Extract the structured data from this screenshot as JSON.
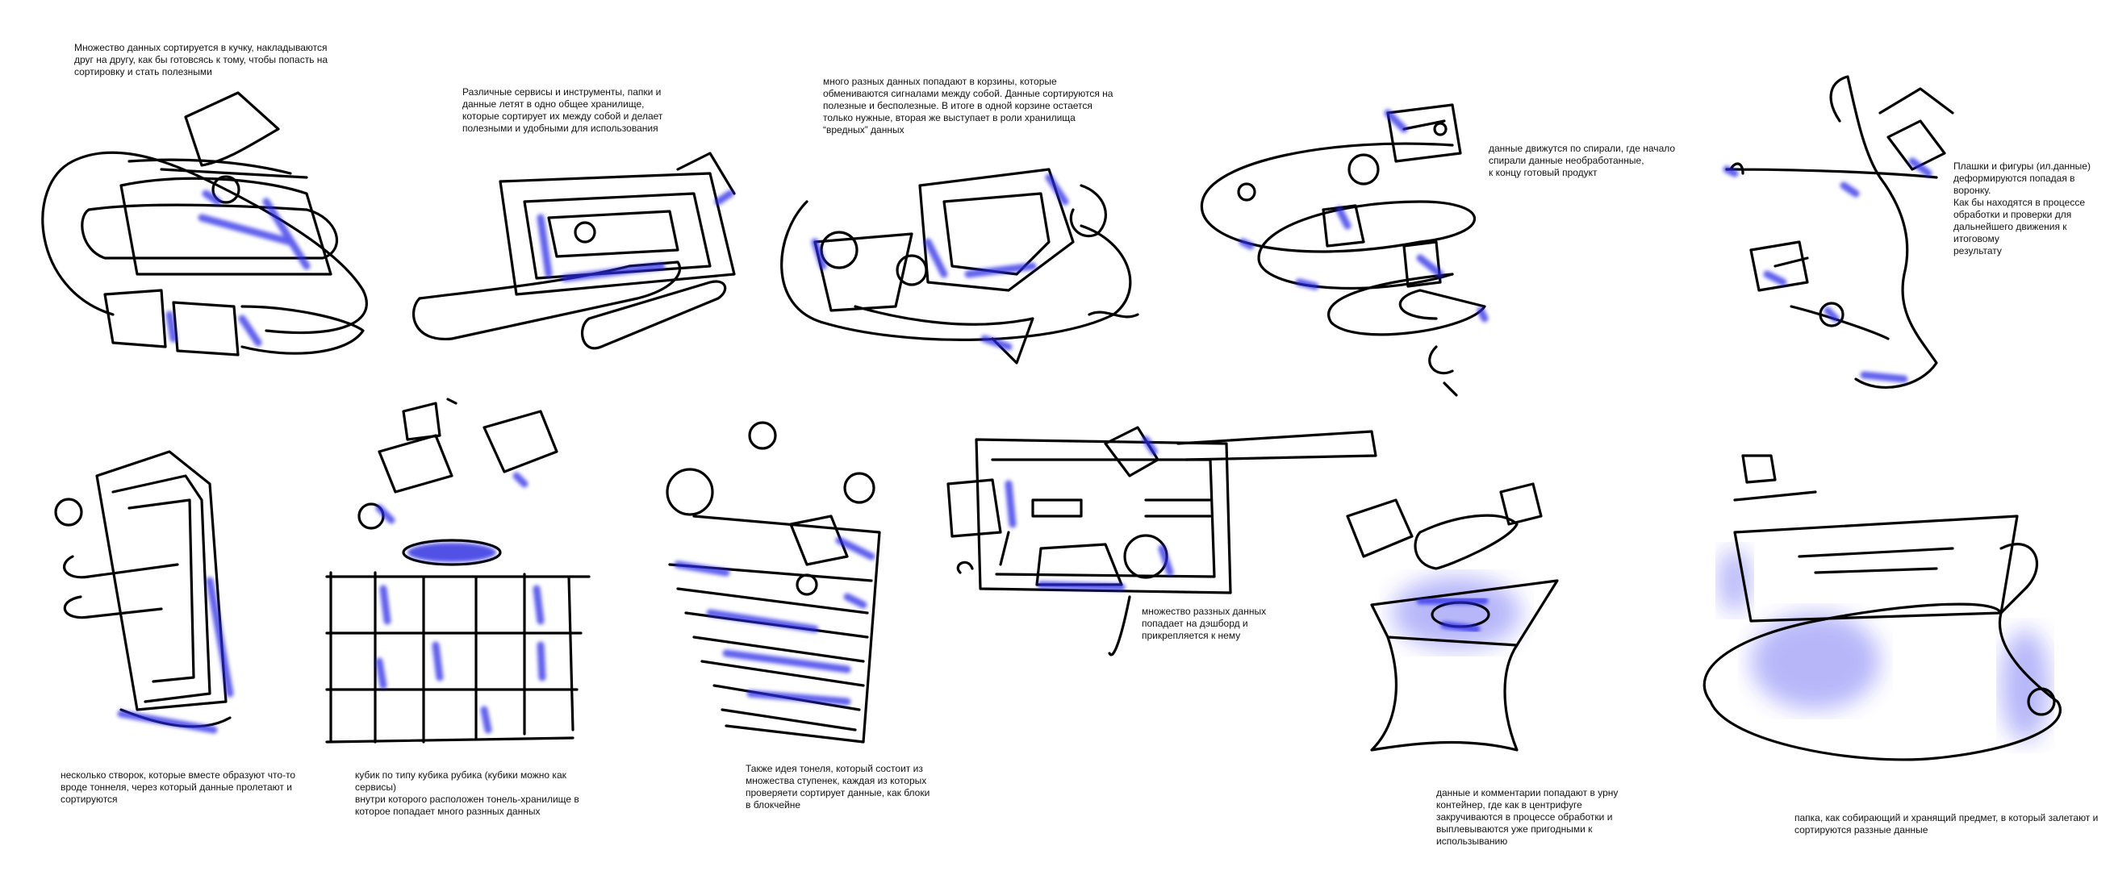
{
  "board": {
    "ink_color": "#000000",
    "accent_color": "#2a2ae8",
    "captions": [
      "Множество данных сортируется в кучку, накладываются\nдруг на другу, как бы готовсясь к тому, чтобы попасть на\nсортировку и стать полезными",
      "Различные сервисы и инструменты, папки и\nданные летят в одно общее хранилище,\nкоторые сортирует их между собой и делает\nполезными и удобными для использования",
      "много разных данных попадают в корзины, которые\nобмениваются сигналами между собой. Данные сортируются на\nполезные и бесполезные. В итоге в одной корзине остается\nтолько нужные, вторая же выступает в роли хранилища\n“вредных” данных",
      "данные движутся по спирали, где начало\nспирали данные необработанные,\nк концу готовый продукт",
      "Плашки и фигуры (ил.данные)\nдеформируются попадая в воронку.\nКак бы находятся в процессе\nобработки и проверки для\nдальнейшего движения к итоговому\nрезультату",
      "несколько створок, которые вместе образуют что-то\nвроде тоннеля, через который данные пролетают и\nсортируются",
      "кубик по типу кубика рубика (кубики можно как\nсервисы)\nвнутри которого расположен тонель-хранилище в\nкоторое попадает много разнных данных",
      "Также идея тонеля, который состоит из\nмножества ступенек, каждая из которых\nпроверяети сортирует  данные, как блоки\nв блокчейне",
      "множество раззных данных\nпопадает на дэшборд и\nприкрепляется к нему",
      "данные и комментарии попадают в урну\nконтейнер, где как в центрифуге\nзакручиваются в процессе обработки и\nвыплевываются уже пригодными к\nиспользыванию",
      "папка, как собирающий и хранящий предмет, в который залетают и\nсортируются раззные данные"
    ]
  }
}
